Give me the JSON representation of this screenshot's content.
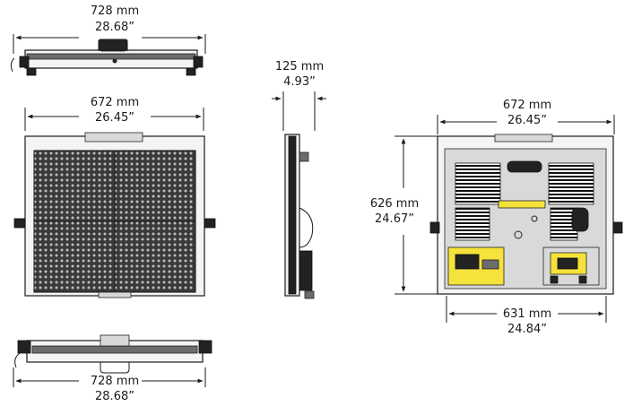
{
  "dimensions": {
    "top_width": {
      "mm": "728 mm",
      "in": "28.68”"
    },
    "front_width": {
      "mm": "672 mm",
      "in": "26.45”"
    },
    "side_depth": {
      "mm": "125 mm",
      "in": "4.93”"
    },
    "back_width": {
      "mm": "672 mm",
      "in": "26.45”"
    },
    "back_height": {
      "mm": "626 mm",
      "in": "24.67”"
    },
    "back_inner_width": {
      "mm": "631 mm",
      "in": "24.84”"
    },
    "bottom_width": {
      "mm": "728 mm",
      "in": "28.68”"
    }
  },
  "colors": {
    "line": "#1a1a1a",
    "panel_yellow": "#f5e23b"
  }
}
